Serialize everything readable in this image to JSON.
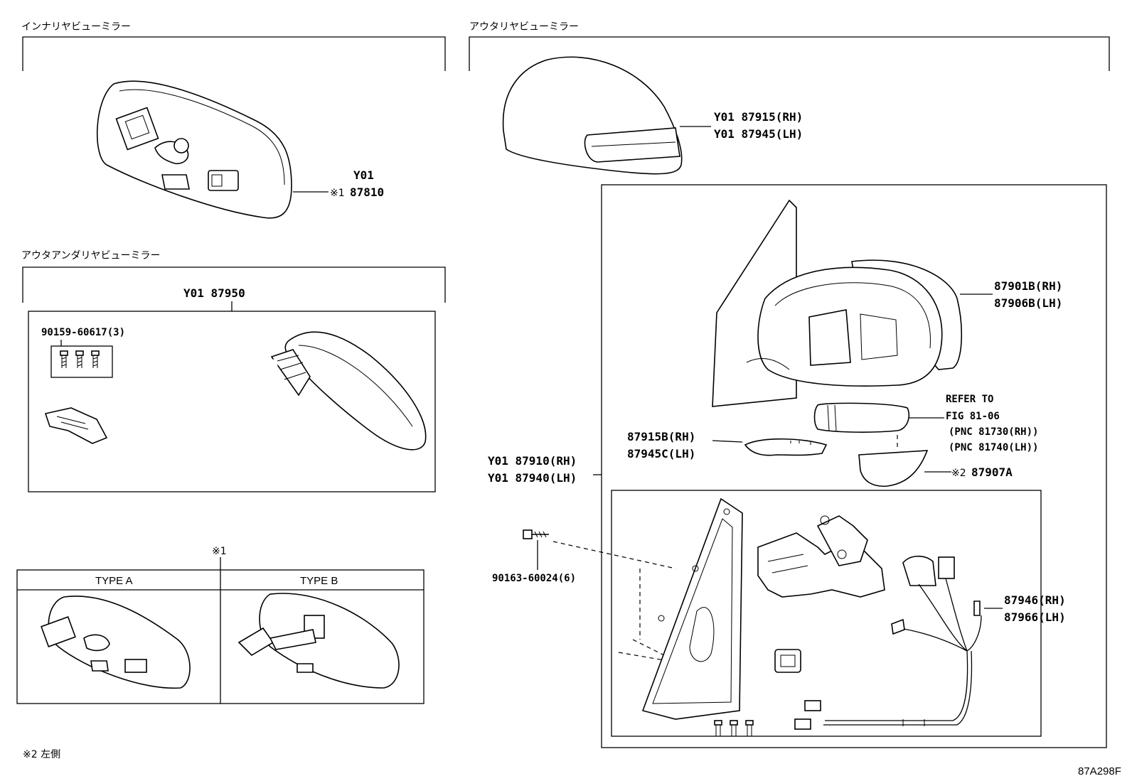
{
  "sections": {
    "inner_mirror_title": "インナリヤビューミラー",
    "outer_mirror_title": "アウタリヤビューミラー",
    "outer_under_mirror_title": "アウタアンダリヤビューミラー"
  },
  "inner_mirror": {
    "part_prefix": "Y01",
    "note_mark": "※1",
    "part_number": "87810"
  },
  "under_mirror": {
    "part_number": "Y01 87950",
    "screw_part": "90159-60617(3)"
  },
  "type_box": {
    "note_mark": "※1",
    "type_a": "TYPE A",
    "type_b": "TYPE B"
  },
  "outer_mirror": {
    "cover_rh": "Y01 87915(RH)",
    "cover_lh": "Y01 87945(LH)",
    "housing_rh": "87901B(RH)",
    "housing_lh": "87906B(LH)",
    "refer_1": "REFER TO",
    "refer_2": "FIG 81-06",
    "refer_3": "(PNC 81730(RH))",
    "refer_4": "(PNC 81740(LH))",
    "lamp_rh": "87915B(RH)",
    "lamp_lh": "87945C(LH)",
    "assy_rh": "Y01 87910(RH)",
    "assy_lh": "Y01 87940(LH)",
    "lens_mark": "※2",
    "lens_part": "87907A",
    "bolt_part": "90163-60024(6)",
    "harness_rh": "87946(RH)",
    "harness_lh": "87966(LH)"
  },
  "footer": {
    "note": "※2 左側",
    "figure_code": "87A298F"
  },
  "icons": [
    "inner-mirror-icon",
    "under-mirror-icon",
    "screw-icon",
    "mirror-cover-icon",
    "mirror-housing-icon",
    "bolt-icon",
    "harness-icon",
    "actuator-icon"
  ]
}
